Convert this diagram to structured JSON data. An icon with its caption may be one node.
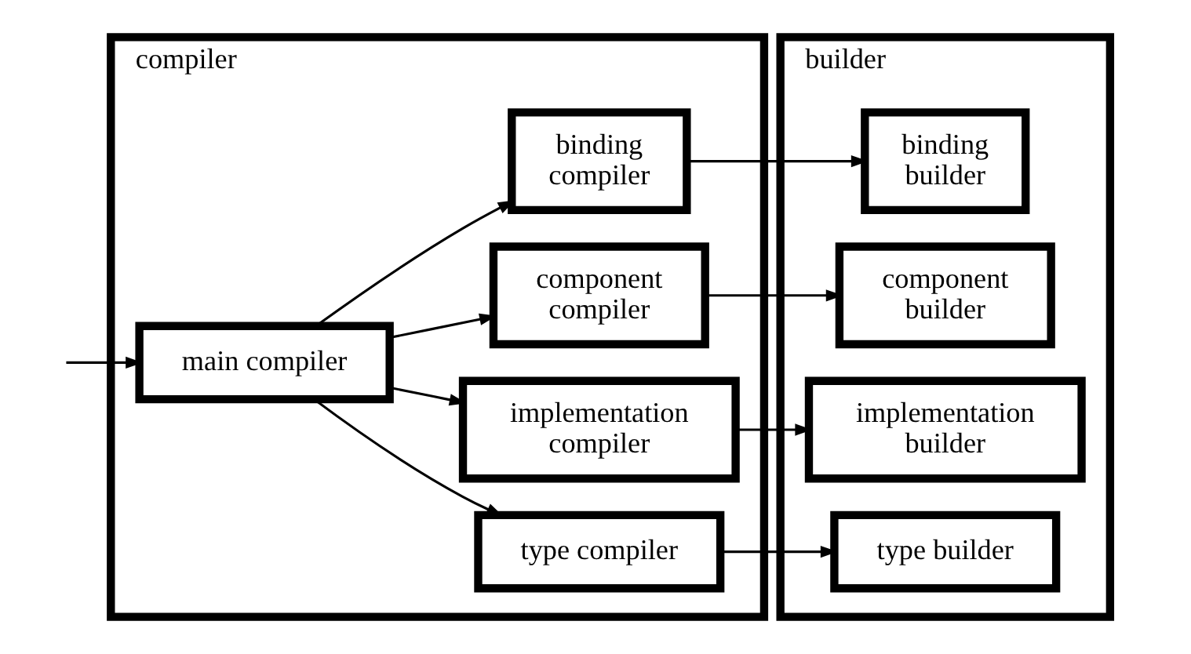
{
  "diagram": {
    "nodes": [
      {
        "text": [
          "compiler"
        ]
      },
      {
        "text": [
          "builder"
        ]
      },
      {
        "text": [
          "main compiler"
        ],
        "in": 0
      },
      {
        "text": [
          "type compiler"
        ],
        "in": 0
      },
      {
        "text": [
          "implementation compiler"
        ],
        "in": 0
      },
      {
        "text": [
          "component compiler"
        ],
        "in": 0
      },
      {
        "text": [
          "binding compiler"
        ],
        "in": 0
      },
      {
        "text": [
          "type builder"
        ],
        "in": 1
      },
      {
        "text": [
          "implementation builder"
        ],
        "in": 1
      },
      {
        "text": [
          "component builder"
        ],
        "in": 1
      },
      {
        "text": [
          "binding builder"
        ],
        "in": 1
      }
    ],
    "edges": [
      {
        "from": null,
        "to": 2,
        "arrow": "to"
      },
      {
        "from": 2,
        "to": 3,
        "arrow": "to"
      },
      {
        "from": 2,
        "to": 4,
        "arrow": "to"
      },
      {
        "from": 2,
        "to": 5,
        "arrow": "to"
      },
      {
        "from": 2,
        "to": 6,
        "arrow": "to"
      },
      {
        "from": 3,
        "to": 7,
        "arrow": "to"
      },
      {
        "from": 4,
        "to": 8,
        "arrow": "to"
      },
      {
        "from": 5,
        "to": 9,
        "arrow": "to"
      },
      {
        "from": 6,
        "to": 10,
        "arrow": "to"
      }
    ]
  }
}
